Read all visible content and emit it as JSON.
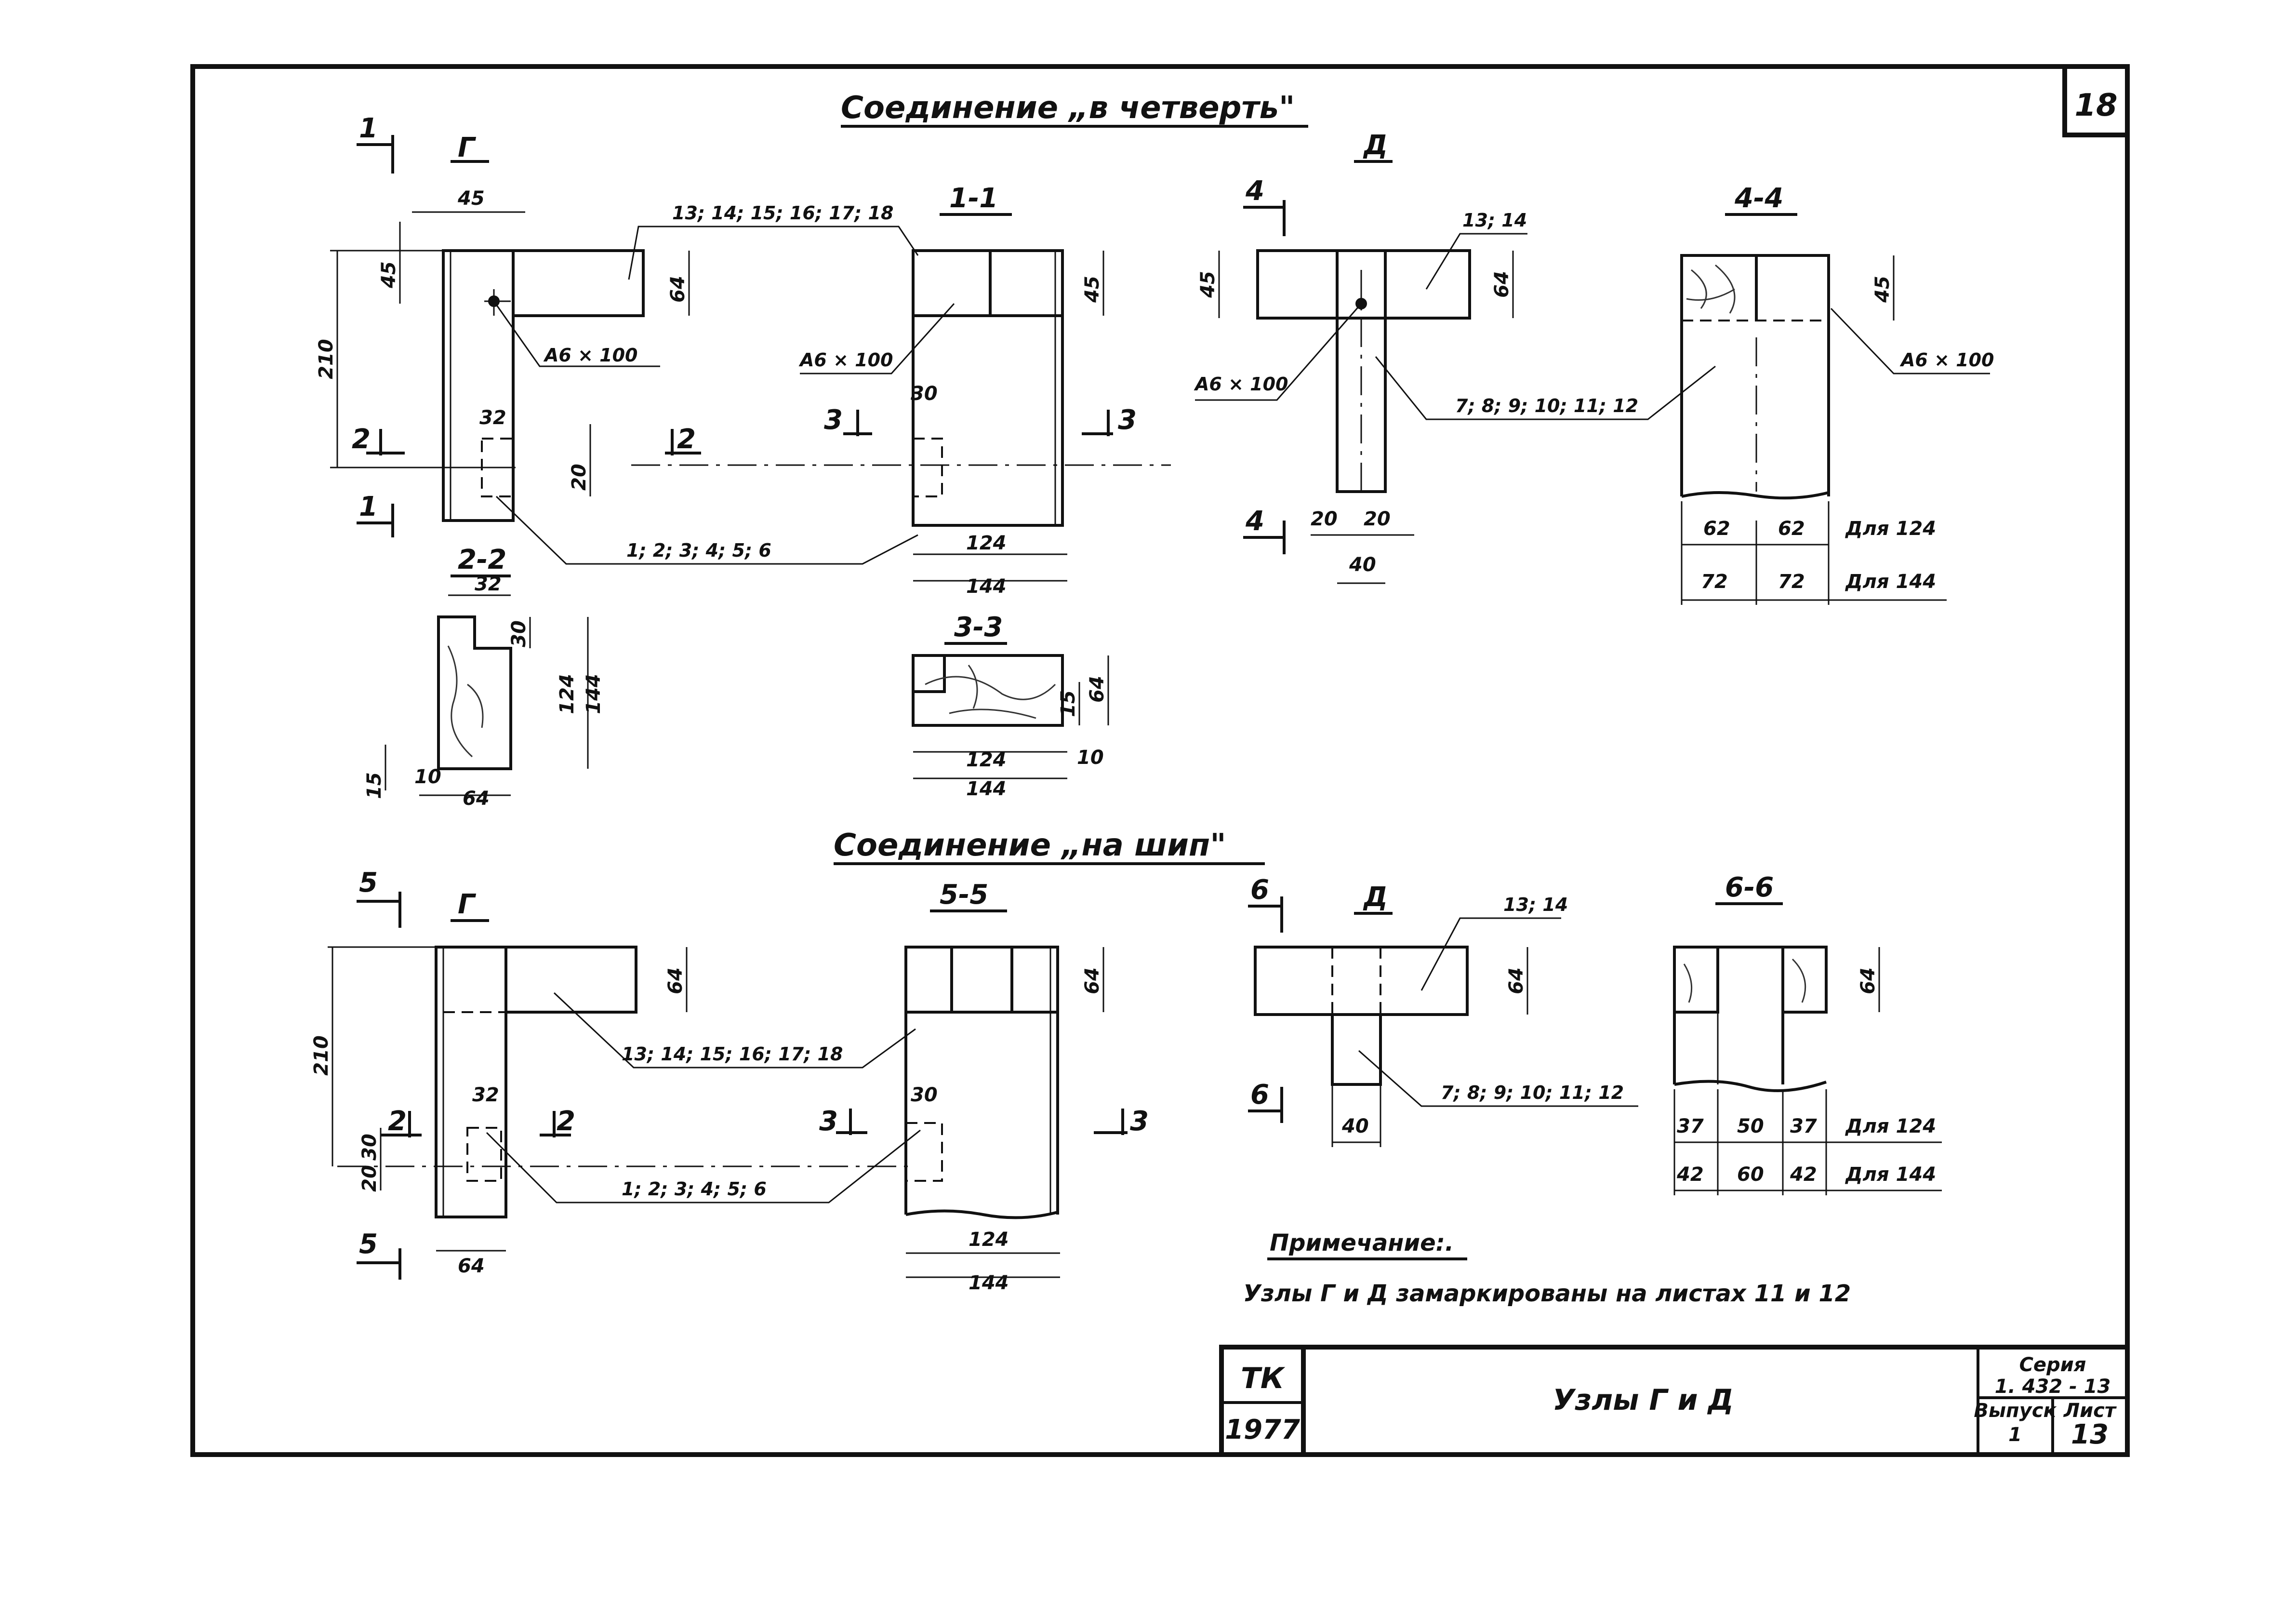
{
  "sheet": {
    "number": "18",
    "title_top": "Соединение „в четверть\"",
    "title_mid": "Соединение „на шип\"",
    "note_title": "Примечание:.",
    "note_text": "Узлы Г и Д замаркированы на листах 11 и 12"
  },
  "views": {
    "g1": "Г",
    "d1": "Д",
    "s11": "1-1",
    "s44": "4-4",
    "s22": "2-2",
    "s33": "3-3",
    "g2": "Г",
    "s55": "5-5",
    "d2": "Д",
    "s66": "6-6"
  },
  "cut_marks": [
    "1",
    "1",
    "2",
    "2",
    "3",
    "3",
    "4",
    "4",
    "5",
    "5",
    "6",
    "6"
  ],
  "leaders": {
    "parts_top": "13; 14; 15; 16; 17; 18",
    "parts_bottom": "1; 2; 3; 4; 5; 6",
    "parts_d": "13; 14",
    "parts_d_vert": "7; 8; 9; 10; 11; 12",
    "nail": "А6 × 100"
  },
  "dims": {
    "d45": "45",
    "d64": "64",
    "d210": "210",
    "d32": "32",
    "d20": "20",
    "d30": "30",
    "d124": "124",
    "d144": "144",
    "d15": "15",
    "d10": "10",
    "d40": "40",
    "d62": "62",
    "d72": "72",
    "d37": "37",
    "d50": "50",
    "d42": "42",
    "d60": "60",
    "for124": "Для 124",
    "for144": "Для 144"
  },
  "title_block": {
    "org": "ТК",
    "year": "1977",
    "name": "Узлы  Г и Д",
    "series_label": "Серия",
    "series_value": "1. 432 - 13",
    "issue_label": "Выпуск",
    "issue_value": "1",
    "sheet_label": "Лист",
    "sheet_value": "13"
  }
}
